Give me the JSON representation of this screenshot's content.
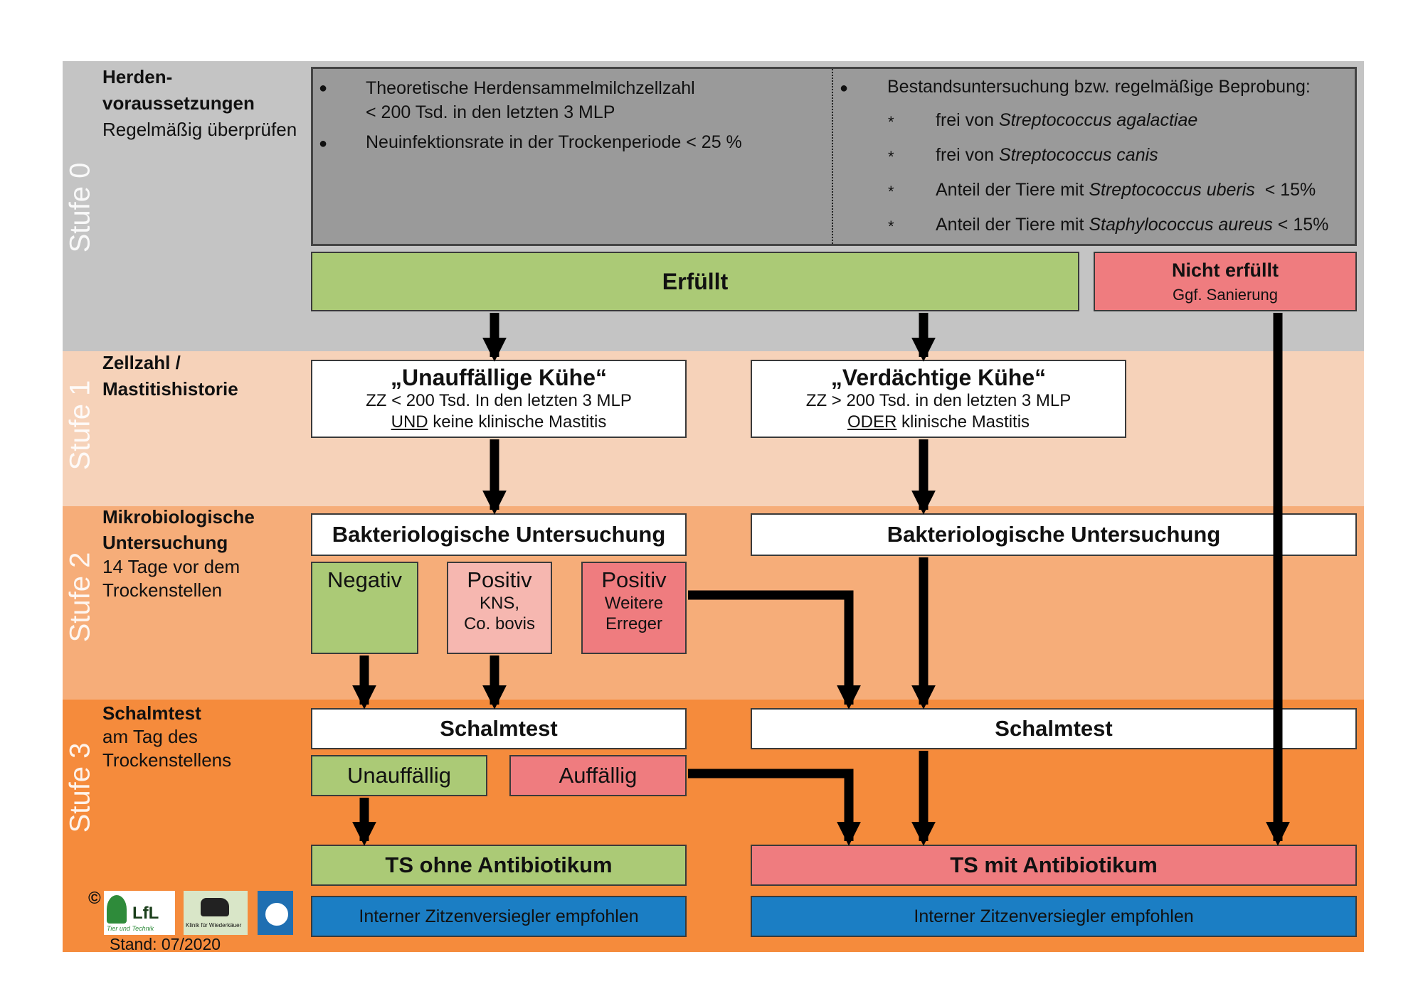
{
  "stages": {
    "s0": {
      "tag": "Stufe 0",
      "title": "Herden-\nvoraussetzungen",
      "sub": "Regelmäßig überprüfen"
    },
    "s1": {
      "tag": "Stufe 1",
      "title": "Zellzahl /\nMastitishistorie"
    },
    "s2": {
      "tag": "Stufe 2",
      "title": "Mikrobiologische Untersuchung",
      "sub": "14 Tage vor dem Trockenstellen"
    },
    "s3": {
      "tag": "Stufe 3",
      "title": "Schalmtest",
      "sub": "am Tag des Trockenstellens"
    }
  },
  "herd": {
    "left": [
      "Theoretische Herdensammelmilchzellzahl",
      "< 200 Tsd. in den letzten 3 MLP",
      "Neuinfektionsrate in der Trockenperiode < 25 %"
    ],
    "right_head": "Bestandsuntersuchung bzw. regelmäßige Beprobung:",
    "right_items": [
      {
        "pre": "frei von ",
        "it": "Streptococcus agalactiae",
        "post": ""
      },
      {
        "pre": "frei von ",
        "it": "Streptococcus canis",
        "post": ""
      },
      {
        "pre": "Anteil der Tiere mit ",
        "it": "Streptococcus uberis",
        "post": "  < 15%"
      },
      {
        "pre": "Anteil der Tiere mit ",
        "it": "Staphylococcus aureus",
        "post": " < 15%"
      }
    ]
  },
  "outcome": {
    "ok": "Erfüllt",
    "nok": "Nicht erfüllt",
    "nok_sub": "Ggf. Sanierung"
  },
  "cows": {
    "normal": {
      "title": "„Unauffällige Kühe“",
      "l1": "ZZ < 200 Tsd. In den letzten 3 MLP",
      "u": "UND",
      "l2": " keine klinische Mastitis"
    },
    "suspect": {
      "title": "„Verdächtige Kühe“",
      "l1": "ZZ > 200 Tsd. in den letzten 3 MLP",
      "u": "ODER",
      "l2": " klinische Mastitis"
    }
  },
  "bact": {
    "label": "Bakteriologische Untersuchung"
  },
  "results": {
    "neg": "Negativ",
    "pos1": "Positiv",
    "pos1_sub": "KNS,\nCo. bovis",
    "pos2": "Positiv",
    "pos2_sub": "Weitere\nErreger"
  },
  "schalm": {
    "label": "Schalmtest",
    "ok": "Unauffällig",
    "nok": "Auffällig"
  },
  "ts": {
    "without": "TS ohne Antibiotikum",
    "with": "TS mit Antibiotikum"
  },
  "sealer": "Interner Zitzenversiegler empfohlen",
  "footer": {
    "copy": "©",
    "date": "Stand: 07/2020",
    "logo1": "LfL",
    "logo1_sub": "Tier und Technik",
    "logo2_sub": "Klinik für Wiederkäuer"
  },
  "colors": {
    "stage0": "#c4c4c4",
    "stage1": "#f6d2b9",
    "stage2": "#f6ad79",
    "stage3": "#f58b3c",
    "green": "#abca76",
    "red": "#ef7c7f",
    "pink": "#f6b7b0",
    "blue": "#1b7ec4",
    "gray_box": "#9a9a9a"
  }
}
